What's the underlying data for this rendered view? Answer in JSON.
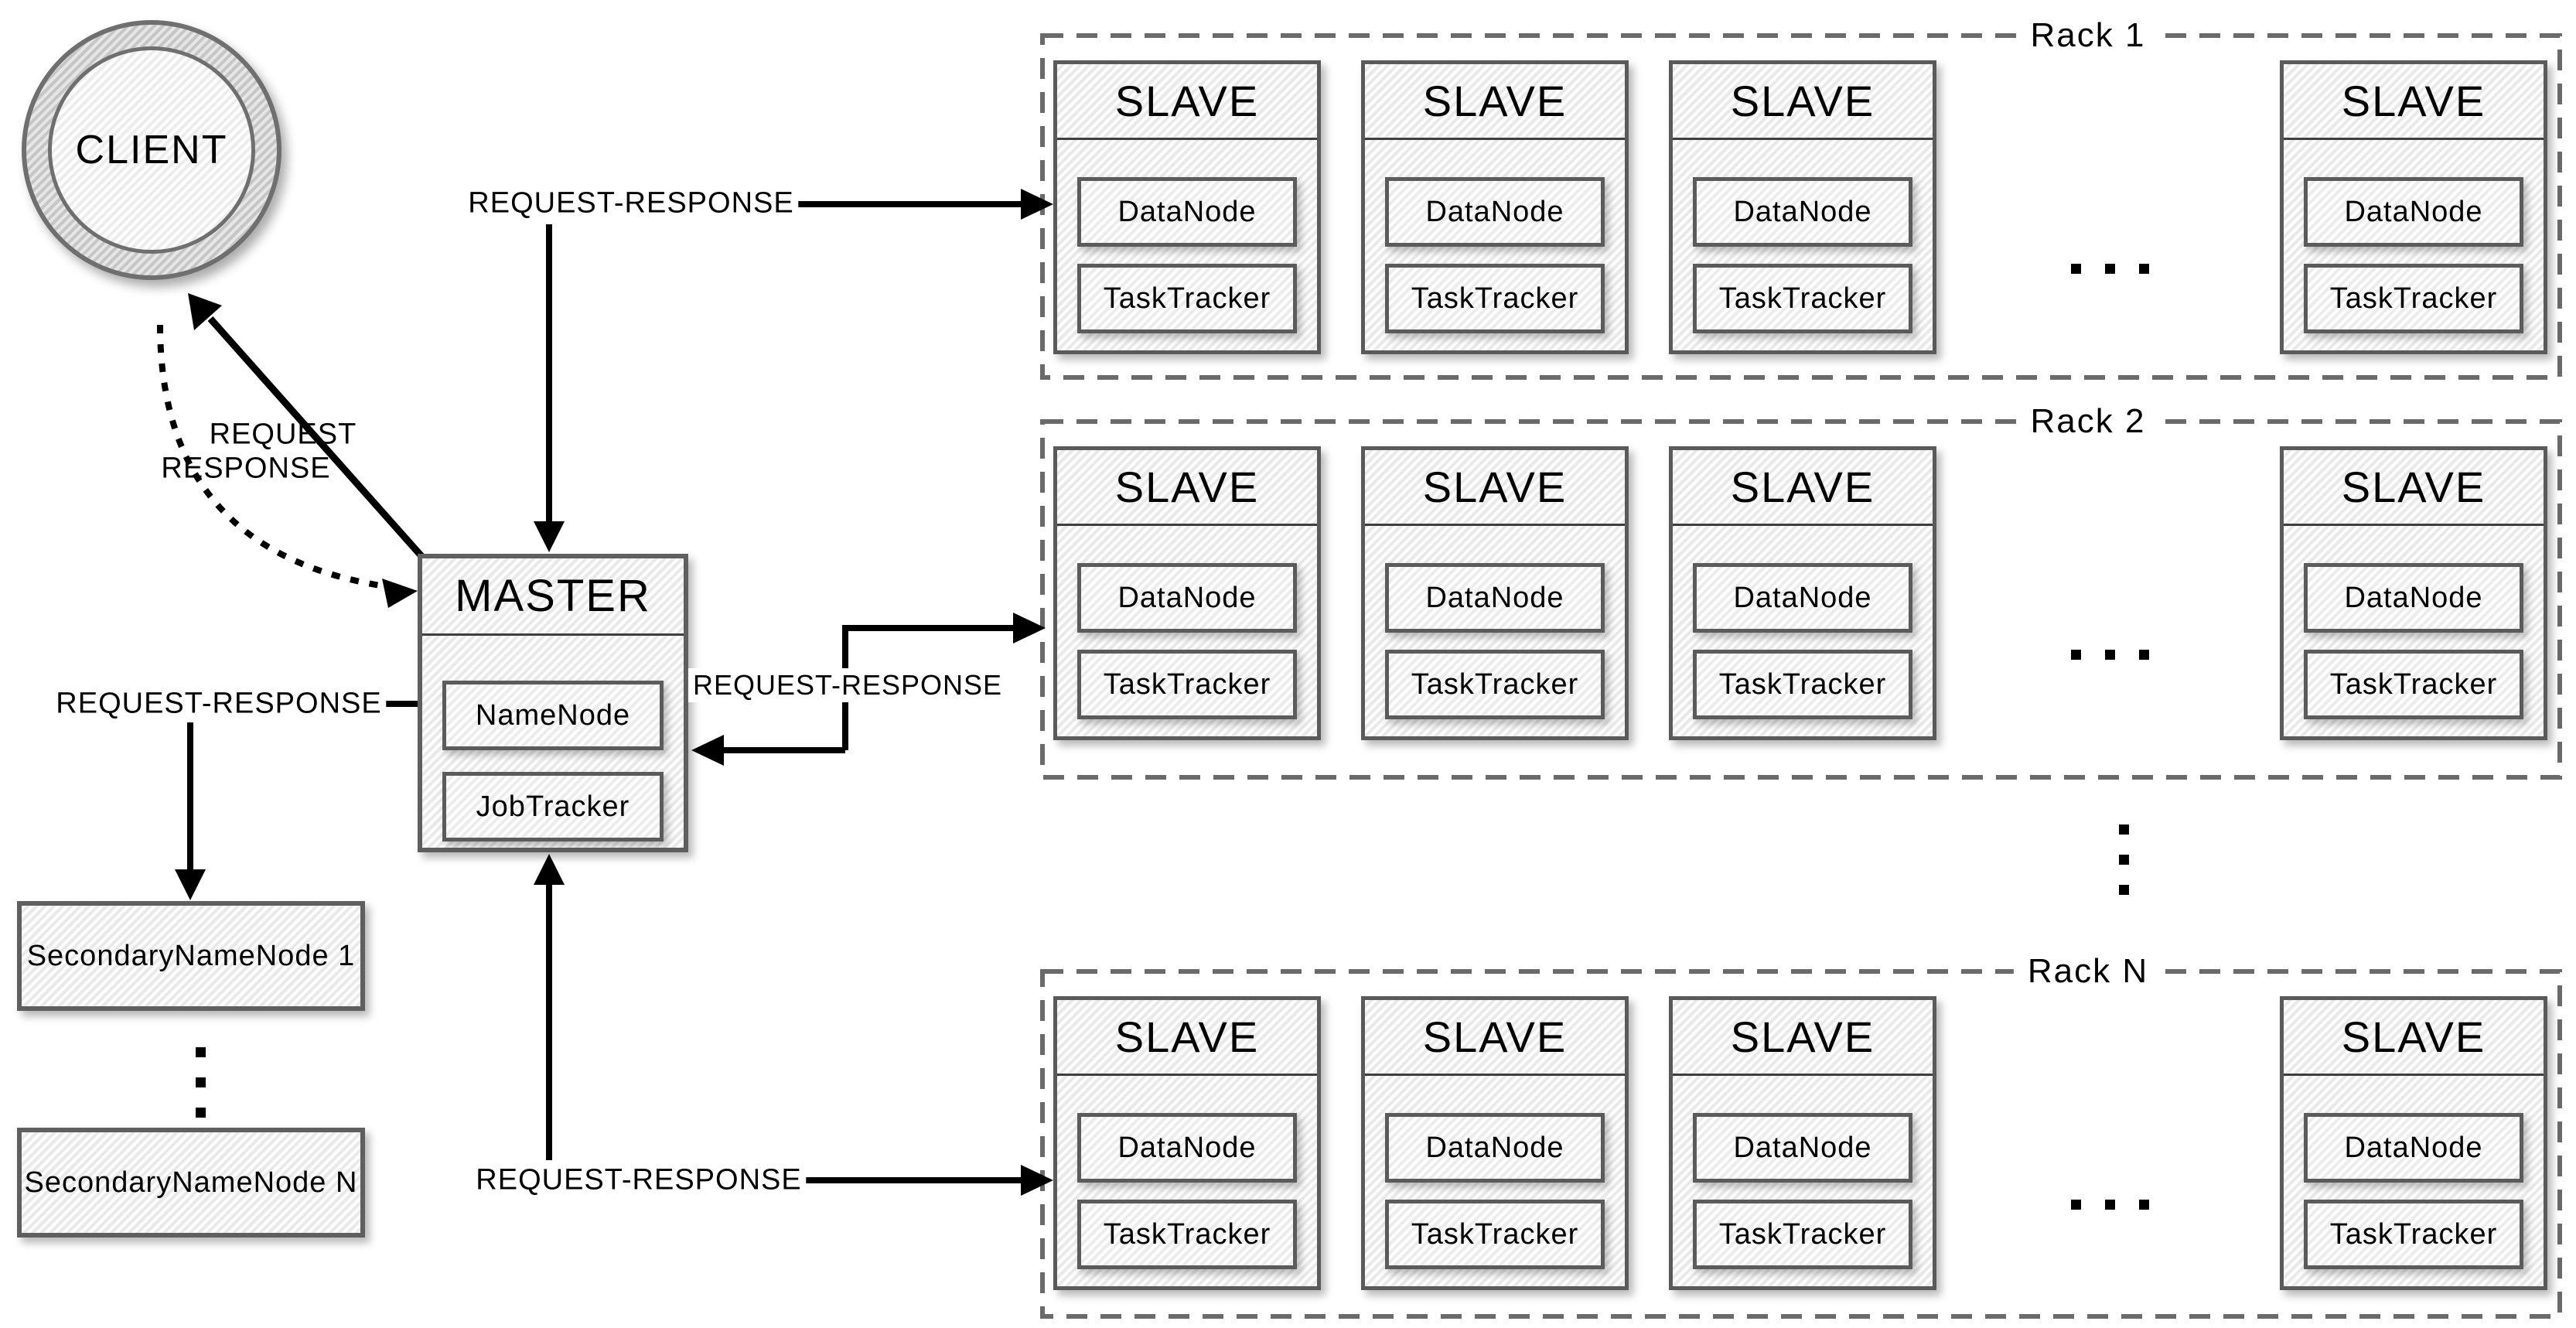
{
  "client": {
    "label": "CLIENT"
  },
  "master": {
    "title": "MASTER",
    "components": [
      "NameNode",
      "JobTracker"
    ]
  },
  "secondary_name_nodes": {
    "nodes": [
      "SecondaryNameNode 1",
      "SecondaryNameNode N"
    ],
    "ellipsis": "vertical-dots"
  },
  "racks": {
    "labels": [
      "Rack 1",
      "Rack 2",
      "Rack N"
    ],
    "visible_slaves_per_rack": 4,
    "row_ellipsis": "horizontal-dots",
    "between_racks_ellipsis": "vertical-dots"
  },
  "slave": {
    "title": "SLAVE",
    "components": [
      "DataNode",
      "TaskTracker"
    ]
  },
  "connectors": {
    "client_master_request": "REQUEST",
    "client_master_response": "RESPONSE",
    "master_rack1": "REQUEST-RESPONSE",
    "master_rack2": "REQUEST-RESPONSE",
    "master_rackN": "REQUEST-RESPONSE",
    "master_secondary": "REQUEST-RESPONSE"
  },
  "colors": {
    "background": "#ffffff",
    "box_border": "#5f5f5f",
    "box_fill": "#f2f2f2",
    "rack_dash_border": "#6a6a6a",
    "line": "#000000"
  }
}
